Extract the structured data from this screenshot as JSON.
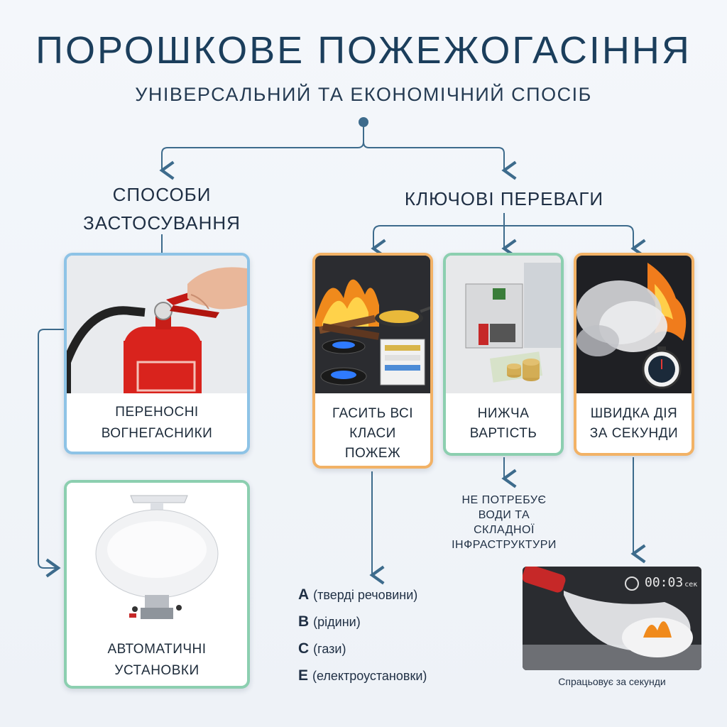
{
  "header": {
    "title": "ПОРОШКОВЕ ПОЖЕЖОГАСІННЯ",
    "subtitle": "УНІВЕРСАЛЬНИЙ ТА ЕКОНОМІЧНИЙ СПОСІБ"
  },
  "methods": {
    "title_line1": "СПОСОБИ",
    "title_line2": "ЗАСТОСУВАННЯ",
    "portable": {
      "line1": "ПЕРЕНОСНІ",
      "line2": "ВОГНЕГАСНИКИ"
    },
    "automatic": {
      "line1": "АВТОМАТИЧНІ",
      "line2": "УСТАНОВКИ"
    }
  },
  "advantages": {
    "title": "КЛЮЧОВІ ПЕРЕВАГИ",
    "all_classes": {
      "line1": "ГАСИТЬ ВСІ",
      "line2": "КЛАСИ",
      "line3": "ПОЖЕЖ"
    },
    "low_cost": {
      "line1": "НИЖЧА",
      "line2": "ВАРТІСТЬ"
    },
    "fast": {
      "line1": "ШВИДКА ДІЯ",
      "line2": "ЗА СЕКУНДИ"
    }
  },
  "fire_classes": [
    {
      "letter": "A",
      "desc": "(тверді речовини)"
    },
    {
      "letter": "B",
      "desc": "(рідини)"
    },
    {
      "letter": "C",
      "desc": "(гази)"
    },
    {
      "letter": "E",
      "desc": "(електроустановки)"
    }
  ],
  "no_water_note": {
    "line1": "НЕ ПОТРЕБУЄ",
    "line2": "ВОДИ ТА",
    "line3": "СКЛАДНОЇ",
    "line4": "ІНФРАСТРУКТУРИ"
  },
  "timer": {
    "value": "00:03",
    "unit": "сек"
  },
  "caption": "Спрацьовує за секунди",
  "colors": {
    "connector": "#3d6b8c",
    "blue_border": "#8ec3e6",
    "green_border": "#8ccfb0",
    "orange_border": "#f2b266",
    "title": "#1b3e5c"
  }
}
